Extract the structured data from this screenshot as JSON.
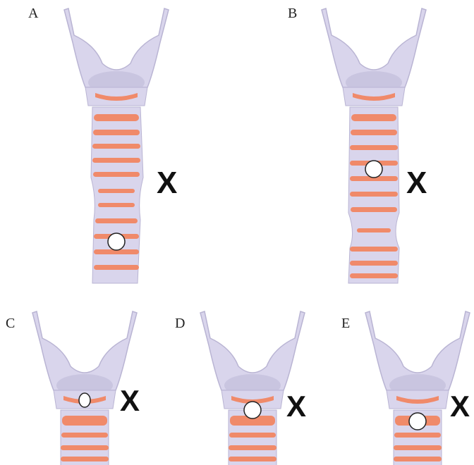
{
  "figure": {
    "panels": [
      {
        "id": "A",
        "label": "A",
        "mark": "X",
        "stenosis": "lower-trachea",
        "circle_position": "lower-trachea"
      },
      {
        "id": "B",
        "label": "B",
        "mark": "X",
        "stenosis": "lower-trachea",
        "circle_position": "mid-trachea"
      },
      {
        "id": "C",
        "label": "C",
        "mark": "X",
        "circle_position": "subglottis"
      },
      {
        "id": "D",
        "label": "D",
        "mark": "X",
        "circle_position": "cricoid"
      },
      {
        "id": "E",
        "label": "E",
        "mark": "X",
        "circle_position": "upper-trachea"
      }
    ],
    "colors": {
      "cartilage": "#d9d5ec",
      "cartilage_shade": "#b9b4d3",
      "tissue": "#f08a6a",
      "circle_fill": "#ffffff",
      "circle_stroke": "#222222"
    }
  }
}
